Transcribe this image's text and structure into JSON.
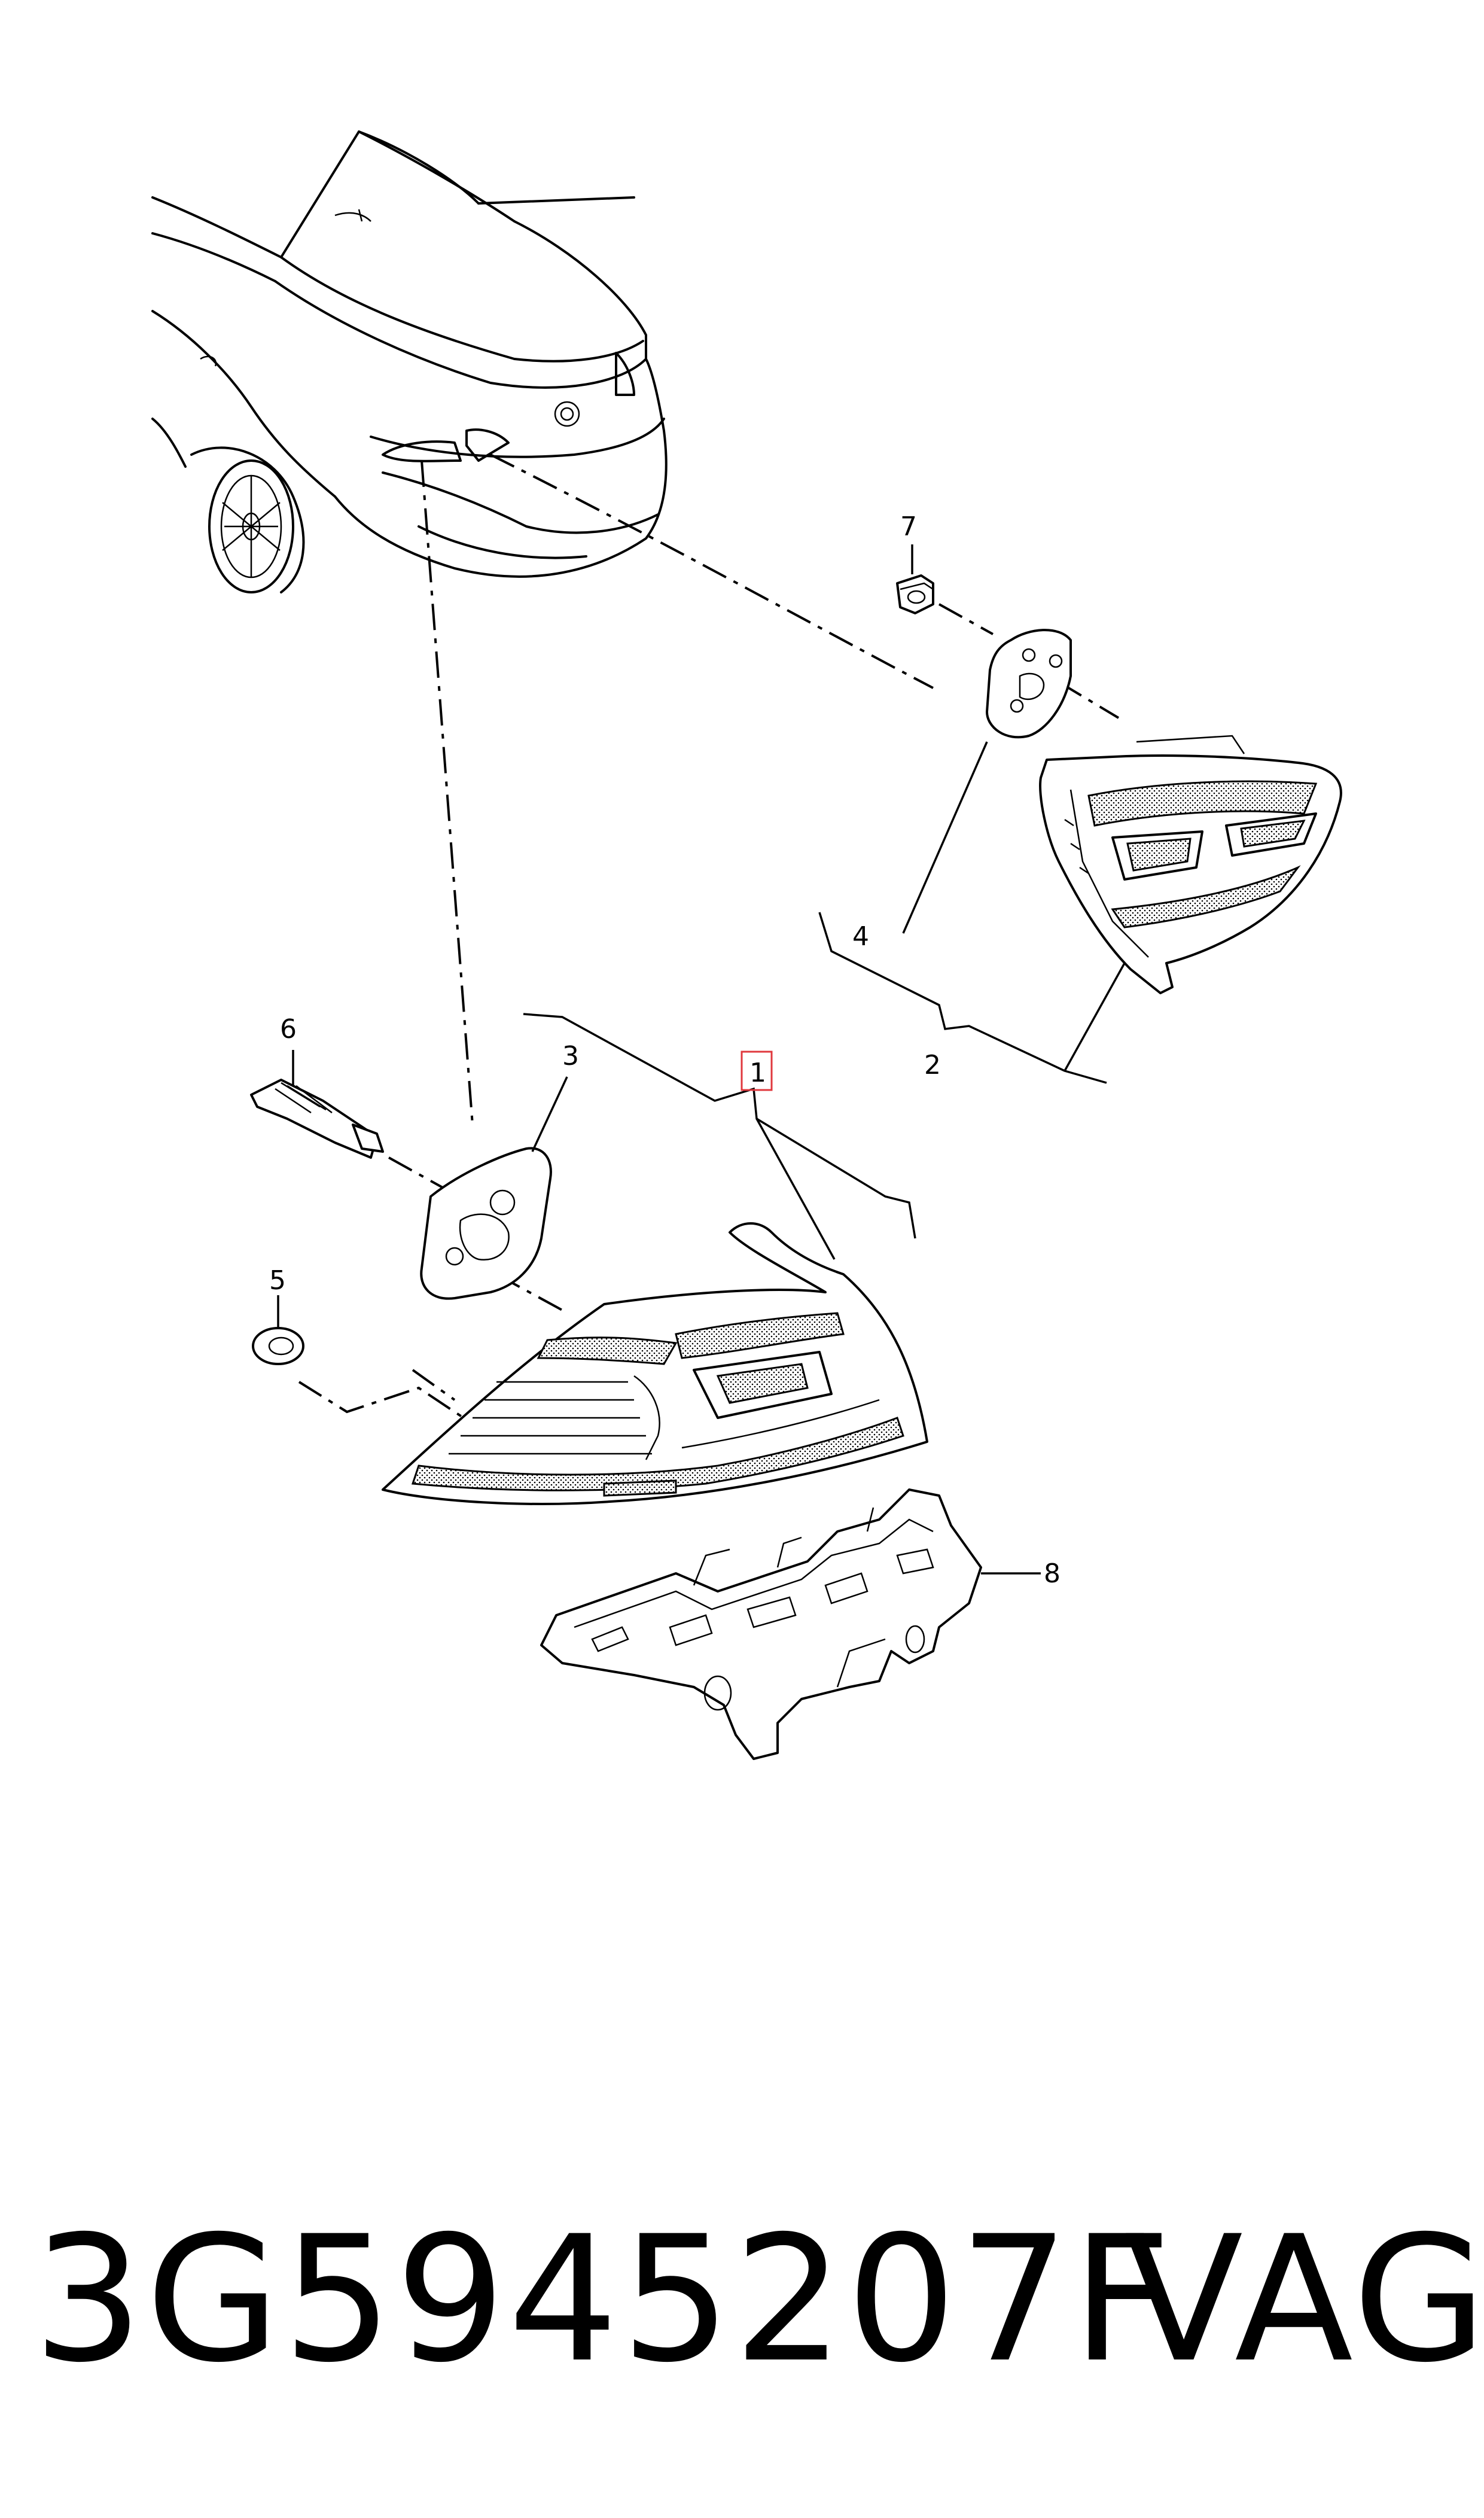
{
  "callouts": {
    "c1": "1",
    "c2": "2",
    "c3": "3",
    "c4": "4",
    "c5": "5",
    "c6": "6",
    "c7": "7",
    "c8": "8"
  },
  "footer": {
    "part_number": "3G5945207F",
    "brand": "VAG"
  },
  "colors": {
    "line": "#000000",
    "highlight_box": "#e0383e",
    "background": "#ffffff"
  }
}
